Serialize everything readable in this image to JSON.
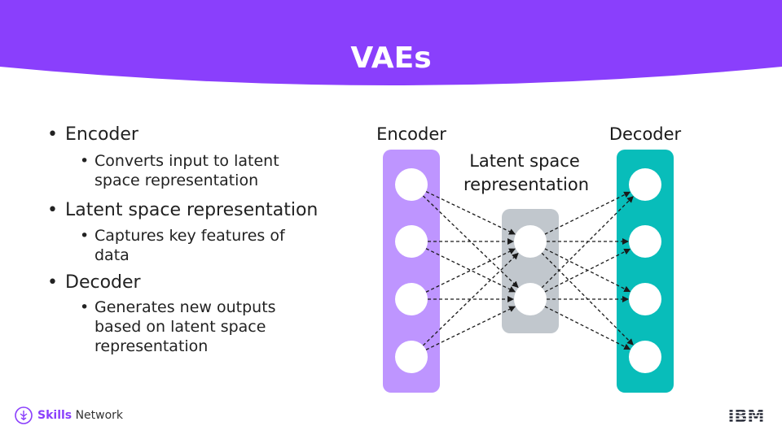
{
  "slide": {
    "title": "VAEs"
  },
  "bullets": [
    {
      "label": "Encoder",
      "sub": [
        "Converts input to latent",
        "space representation"
      ]
    },
    {
      "label": "Latent space representation",
      "sub": [
        "Captures key features of",
        "data"
      ]
    },
    {
      "label": "Decoder",
      "sub": [
        "Generates new outputs",
        "based on latent space",
        "representation"
      ]
    }
  ],
  "diagram": {
    "encoder_label": "Encoder",
    "latent_label_line1": "Latent space",
    "latent_label_line2": "representation",
    "decoder_label": "Decoder",
    "encoder_nodes": 4,
    "latent_nodes": 2,
    "decoder_nodes": 4,
    "colors": {
      "encoder": "#be95ff",
      "latent": "#c1c7cd",
      "decoder": "#08bdba",
      "banner": "#8a3ffc"
    }
  },
  "footer": {
    "brand_bold": "Skills",
    "brand_rest": " Network",
    "company": "IBM"
  }
}
